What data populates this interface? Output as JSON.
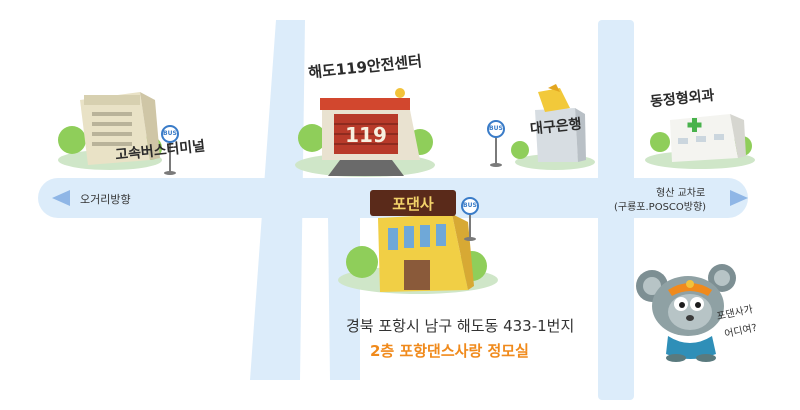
{
  "colors": {
    "road": "#dcecfa",
    "road_edge": "#c8dff3",
    "arrow": "#8fb6e6",
    "accent": "#f08a1c",
    "text": "#333333"
  },
  "landmarks": {
    "fire_station": "해도119안전센터",
    "bus_terminal": "고속버스터미널",
    "bank": "대구은행",
    "clinic": "동정형외과",
    "destination_sign": "포댄사"
  },
  "roads": {
    "left_label": "오거리방향",
    "right_label_line1": "형산 교차로",
    "right_label_line2": "(구룡포.POSCO방향)"
  },
  "address": {
    "line1": "경북 포항시 남구 해도동 433-1번지",
    "line2": "2층  포항댄스사랑 정모실"
  },
  "mascot": {
    "speech_line1": "포댄사가",
    "speech_line2": "어디여?"
  },
  "icons": {
    "bus_stop_text": "BUS",
    "fire_sign_number": "119"
  }
}
